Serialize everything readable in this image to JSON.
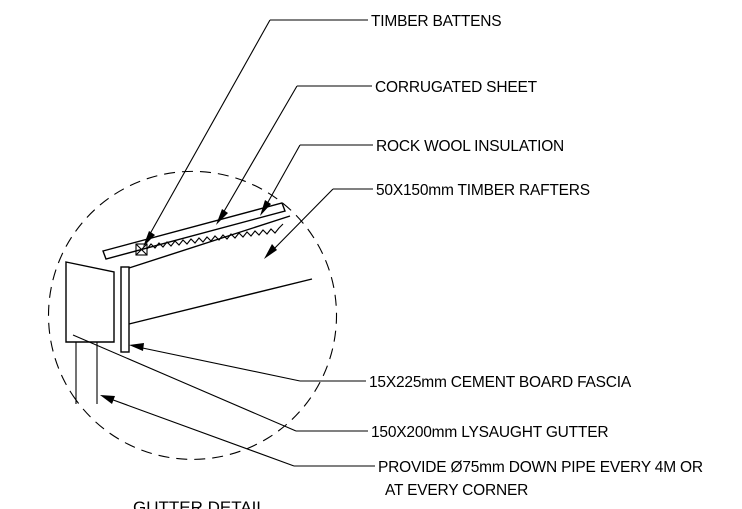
{
  "labels": {
    "battens": "TIMBER BATTENS",
    "sheet": "CORRUGATED SHEET",
    "insulation": "ROCK WOOL INSULATION",
    "rafters": "50X150mm TIMBER RAFTERS",
    "fascia": "15X225mm CEMENT BOARD FASCIA",
    "gutter": "150X200mm LYSAUGHT GUTTER",
    "downpipe_line1": "PROVIDE Ø75mm DOWN PIPE EVERY 4M OR",
    "downpipe_line2": "AT EVERY CORNER"
  },
  "title": "GUTTER DETAIL"
}
